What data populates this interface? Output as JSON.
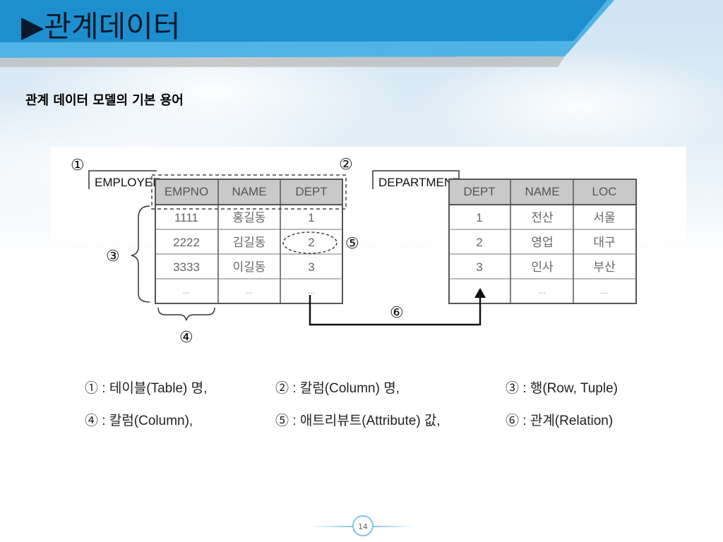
{
  "header": {
    "marker": "▶",
    "title": "관계데이터"
  },
  "subtitle": "관계 데이터 모델의 기본 용어",
  "figure": {
    "employee": {
      "label": "EMPLOYEE",
      "columns": [
        "EMPNO",
        "NAME",
        "DEPT"
      ],
      "rows": [
        [
          "1111",
          "홍길동",
          "1"
        ],
        [
          "2222",
          "김길동",
          "2"
        ],
        [
          "3333",
          "이길동",
          "3"
        ],
        [
          "...",
          "...",
          "..."
        ]
      ]
    },
    "department": {
      "label": "DEPARTMENT",
      "columns": [
        "DEPT",
        "NAME",
        "LOC"
      ],
      "rows": [
        [
          "1",
          "전산",
          "서울"
        ],
        [
          "2",
          "영업",
          "대구"
        ],
        [
          "3",
          "인사",
          "부산"
        ],
        [
          "...",
          "...",
          "..."
        ]
      ]
    },
    "markers": {
      "m1": "①",
      "m2": "②",
      "m3": "③",
      "m4": "④",
      "m5": "⑤",
      "m6": "⑥"
    }
  },
  "legend": {
    "r1c1": "① : 테이블(Table) 명,",
    "r1c2": "② : 칼럼(Column) 명,",
    "r1c3": "③ : 행(Row, Tuple)",
    "r2c1": "④ : 칼럼(Column),",
    "r2c2": "⑤ : 애트리뷰트(Attribute) 값,",
    "r2c3": "⑥ : 관계(Relation)"
  },
  "footer": {
    "page_number": "14"
  },
  "colors": {
    "header_blue": "#1d8fce",
    "header_light": "#4fb3e6",
    "table_header_bg": "#c9c9c9",
    "table_border": "#555555",
    "footer_accent": "#7fc7e6"
  }
}
